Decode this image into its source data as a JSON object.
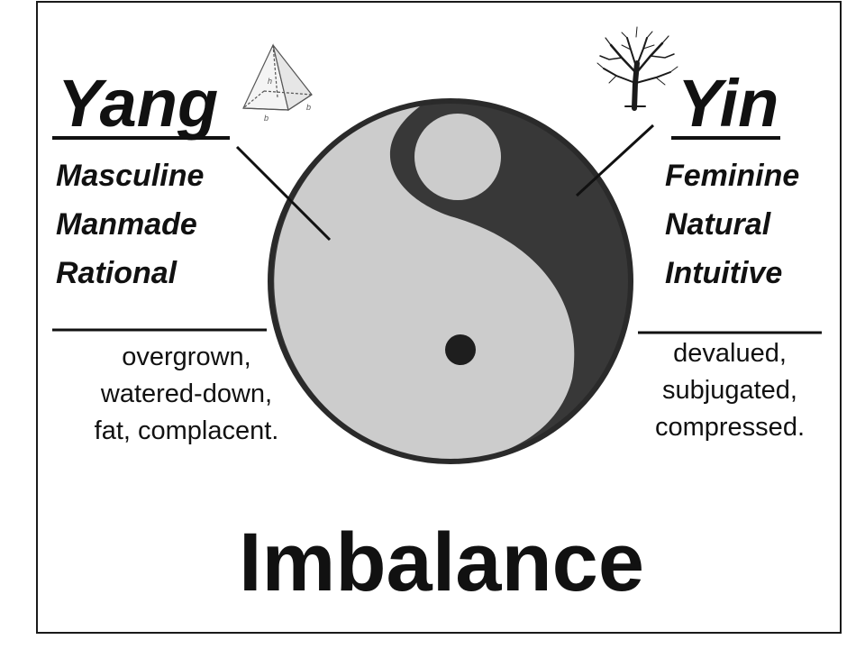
{
  "yang": {
    "title": "Yang",
    "traits": [
      "Masculine",
      "Manmade",
      "Rational"
    ],
    "notes": [
      "overgrown,",
      "watered-down,",
      "fat, complacent."
    ],
    "icon": "pyramid-icon",
    "pyramid_labels": [
      "h",
      "b",
      "b"
    ]
  },
  "yin": {
    "title": "Yin",
    "traits": [
      "Feminine",
      "Natural",
      "Intuitive"
    ],
    "notes": [
      "devalued,",
      "subjugated,",
      "compressed."
    ],
    "icon": "tree-icon"
  },
  "caption": "Imbalance",
  "colors": {
    "yang_fill": "#cccccc",
    "yin_fill": "#383838",
    "ink": "#111111",
    "background": "#ffffff"
  }
}
